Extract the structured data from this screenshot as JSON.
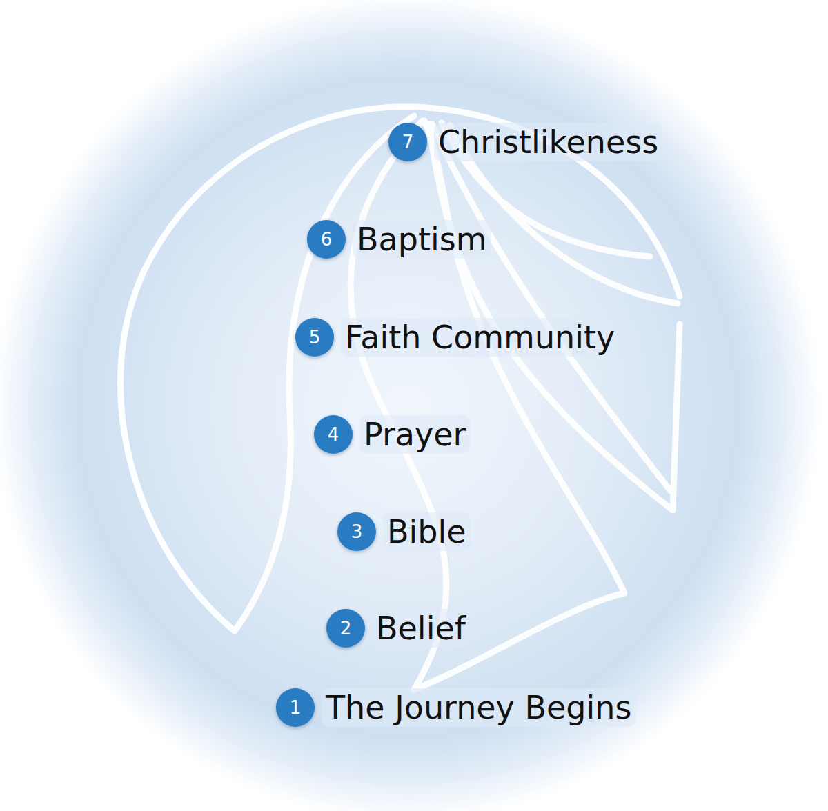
{
  "diagram": {
    "nodes": [
      {
        "text": [
          "7",
          "Christlikeness"
        ]
      },
      {
        "text": [
          "6",
          "Baptism"
        ]
      },
      {
        "text": [
          "5",
          "Faith Community"
        ]
      },
      {
        "text": [
          "4",
          "Prayer"
        ]
      },
      {
        "text": [
          "3",
          "Bible"
        ]
      },
      {
        "text": [
          "2",
          "Belief"
        ]
      },
      {
        "text": [
          "1",
          "The Journey Begins"
        ]
      }
    ]
  }
}
